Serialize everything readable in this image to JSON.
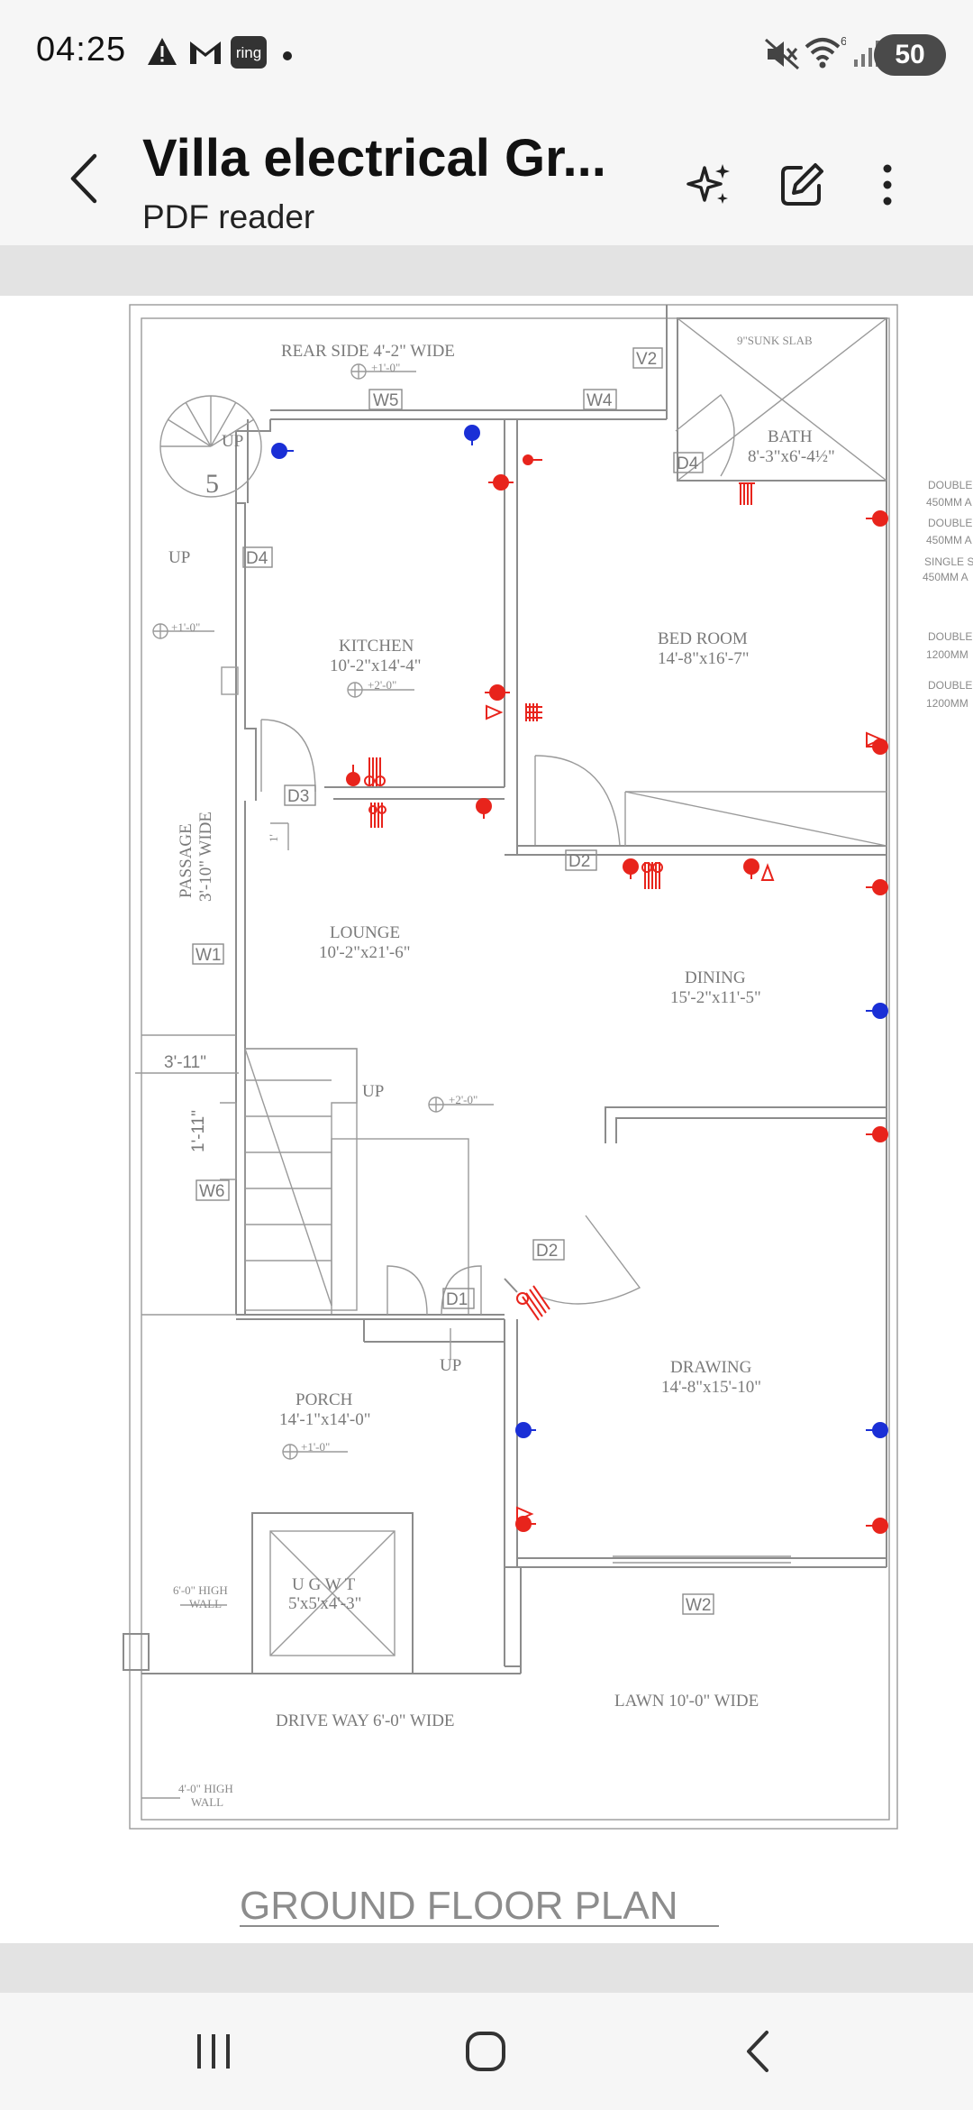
{
  "status_bar": {
    "time": "04:25",
    "left_icons": [
      "warning-icon",
      "gmail-icon",
      "ring-icon",
      "dot-icon"
    ],
    "ring_label": "ring",
    "right_icons": [
      "mute-icon",
      "wifi-icon",
      "signal-icon"
    ],
    "wifi_badge": "6",
    "battery": "50"
  },
  "app_bar": {
    "title": "Villa electrical Gr...",
    "subtitle": "PDF reader",
    "actions": [
      "sparkle-ai-icon",
      "edit-icon",
      "more-vert-icon"
    ]
  },
  "drawing": {
    "rear_side": "REAR SIDE 4'-2\" WIDE",
    "level_rear": "+1'-0\"",
    "w5": "W5",
    "w4": "W4",
    "v2": "V2",
    "sunk_slab": "9\"SUNK SLAB",
    "bath_name": "BATH",
    "bath_size": "8'-3\"x6'-4½\"",
    "d4_bath": "D4",
    "up_stair_top": "UP",
    "stair_number": "5",
    "up_left": "UP",
    "d4_left": "D4",
    "level_left": "+1'-0\"",
    "kitchen_name": "KITCHEN",
    "kitchen_size": "10'-2\"x14'-4\"",
    "level_kitchen": "+2'-0\"",
    "bedroom_name": "BED ROOM",
    "bedroom_size": "14'-8\"x16'-7\"",
    "d3": "D3",
    "d2_top": "D2",
    "dim_1": "1'",
    "passage_name": "PASSAGE",
    "passage_size": "3'-10\" WIDE",
    "w1": "W1",
    "lounge_name": "LOUNGE",
    "lounge_size": "10'-2\"x21'-6\"",
    "dining_name": "DINING",
    "dining_size": "15'-2\"x11'-5\"",
    "dim_3_11": "3'-11\"",
    "dim_1_11": "1'-11\"",
    "up_lounge": "UP",
    "level_lounge": "+2'-0\"",
    "w6": "W6",
    "d2_mid": "D2",
    "d1": "D1",
    "up_porch": "UP",
    "porch_name": "PORCH",
    "porch_size": "14'-1\"x14'-0\"",
    "level_porch": "+1'-0\"",
    "drawing_name": "DRAWING",
    "drawing_size": "14'-8\"x15'-10\"",
    "ugwt_name": "U G W T",
    "ugwt_size": "5'x5'x4'-3\"",
    "high_wall_6": "6'-0\" HIGH",
    "wall_6": "WALL",
    "w2": "W2",
    "drive_way": "DRIVE WAY 6'-0\" WIDE",
    "lawn": "LAWN 10'-0\" WIDE",
    "high_wall_4": "4'-0\" HIGH",
    "wall_4": "WALL",
    "plan_title": "GROUND FLOOR PLAN",
    "legend": [
      "DOUBLE",
      "450MM A",
      "DOUBLE",
      "450MM A",
      "SINGLE S",
      "450MM A",
      "DOUBLE",
      "1200MM",
      "DOUBLE",
      "1200MM"
    ]
  },
  "nav_bar": {
    "buttons": [
      "recents-icon",
      "home-icon",
      "back-nav-icon"
    ]
  },
  "colors": {
    "accent_red": "#e8241c",
    "accent_blue": "#1a2fd6",
    "line_grey": "#8c8c8c"
  }
}
